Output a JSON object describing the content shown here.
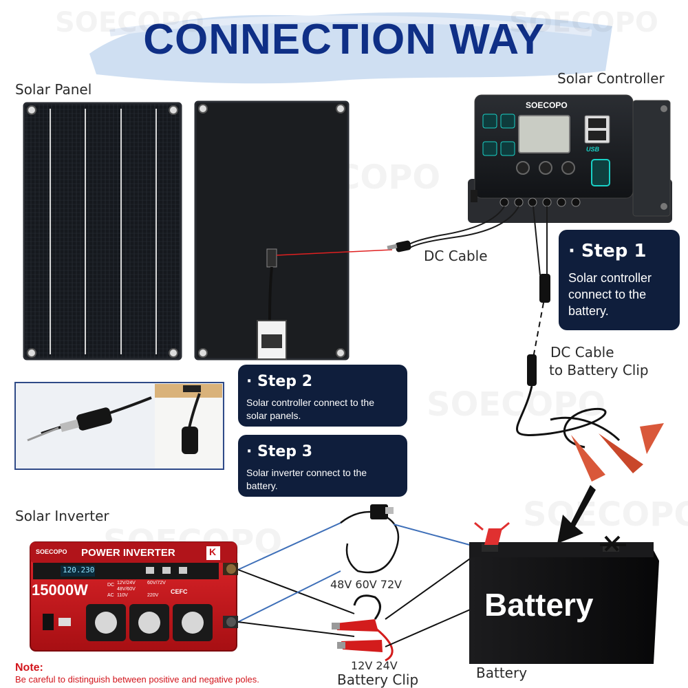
{
  "title": "CONNECTION WAY",
  "labels": {
    "solar_panel": "Solar Panel",
    "solar_controller": "Solar Controller",
    "dc_cable": "DC Cable",
    "dc_cable_clip_1": "DC Cable",
    "dc_cable_clip_2": "to Battery Clip",
    "solar_inverter": "Solar Inverter",
    "voltages": "48V 60V 72V",
    "clip_voltage": "12V 24V",
    "battery_clip": "Battery Clip",
    "battery": "Battery"
  },
  "steps": [
    {
      "heading": "· Step 1",
      "line1": "Solar controller",
      "line2": "connect to the",
      "line3": "battery."
    },
    {
      "heading": "· Step 2",
      "line1": "Solar controller connect to the",
      "line2": "solar panels."
    },
    {
      "heading": "· Step 3",
      "line1": "Solar inverter connect to the",
      "line2": "battery."
    }
  ],
  "controller": {
    "brand": "SOECOPO",
    "usb": "USB"
  },
  "inverter": {
    "brand": "SOECOPO",
    "badge": "K",
    "name": "POWER INVERTER",
    "display": "120.230",
    "power": "15000W",
    "dc_label": "DC",
    "ac_label": "AC",
    "opt1": "12V/24V",
    "opt2": "60V/72V",
    "opt3": "48V/60V",
    "opt4": "110V",
    "opt5": "220V",
    "cert": "CEFC"
  },
  "battery_text": "Battery",
  "watermark": "SOECOPO",
  "note": {
    "title": "Note:",
    "body": "Be careful to distinguish between positive and negative poles."
  },
  "colors": {
    "title": "#0f2f86",
    "step_bg": "#0f1e3c",
    "inverter_red": "#c8151b",
    "note_red": "#d2141b",
    "cable_red": "#e02020"
  }
}
